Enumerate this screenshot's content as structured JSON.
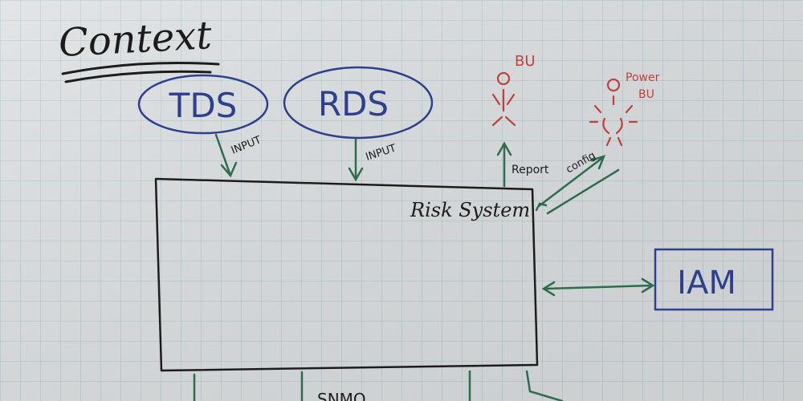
{
  "title": "Context",
  "nodes": {
    "tds": "TDS",
    "rds": "RDS",
    "risk_system": "Risk System",
    "bu": "BU",
    "power_bu_line1": "Power",
    "power_bu_line2": "BU",
    "iam": "IAM",
    "bottom_partial": "SNMO"
  },
  "edges": {
    "tds_input": "INPUT",
    "rds_input": "INPUT",
    "report": "Report",
    "config": "config"
  },
  "colors": {
    "paper": "#dde1e2",
    "grid": "#a9c3cf",
    "ink_black": "#1c1c1c",
    "ink_blue": "#2f3f8f",
    "ink_green": "#2e6b4f",
    "ink_red": "#c04040"
  }
}
